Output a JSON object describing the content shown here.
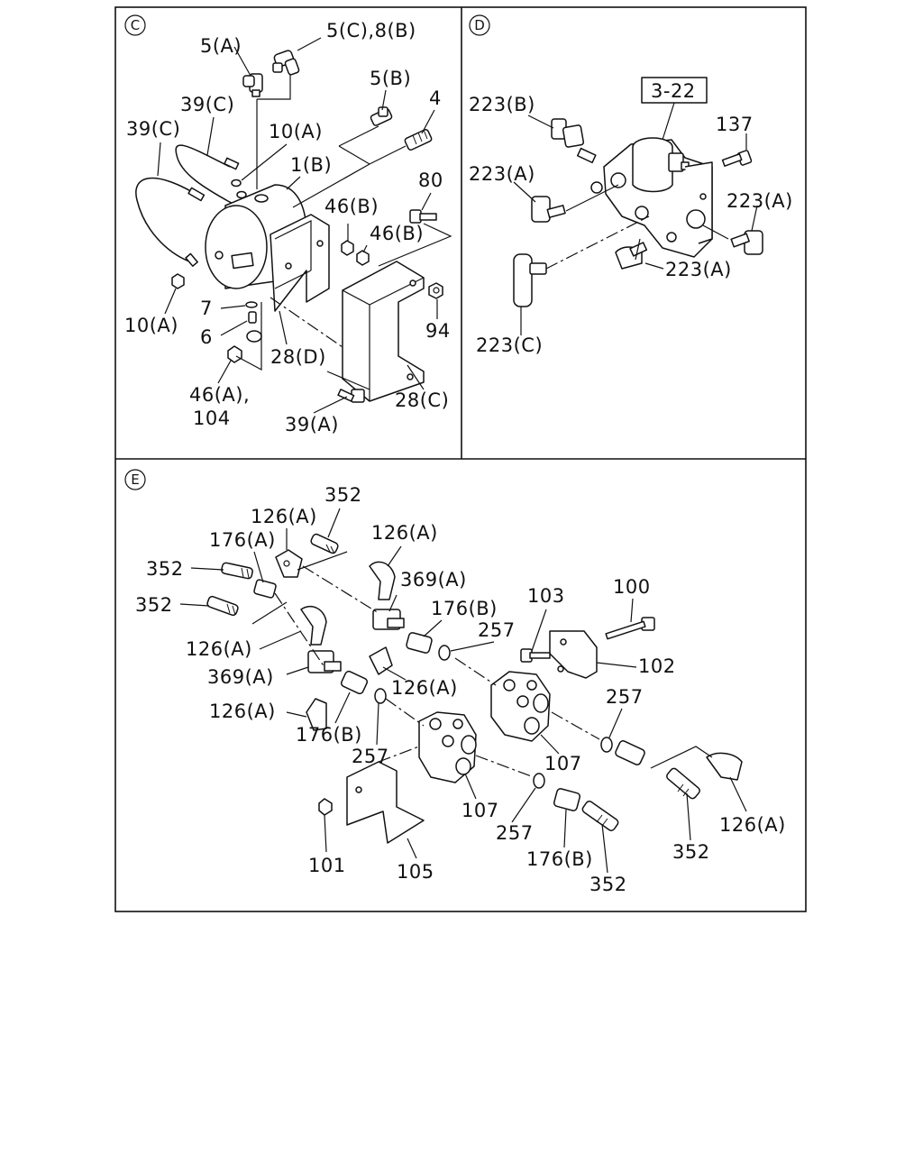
{
  "panels": [
    {
      "id": "C",
      "labels": [
        "5(A)",
        "5(C),8(B)",
        "5(B)",
        "4",
        "39(C)",
        "39(C)",
        "10(A)",
        "1(B)",
        "46(B)",
        "46(B)",
        "80",
        "10(A)",
        "7",
        "6",
        "94",
        "28(D)",
        "46(A),",
        "104",
        "28(C)",
        "39(A)"
      ]
    },
    {
      "id": "D",
      "labels": [
        "223(B)",
        "3-22",
        "137",
        "223(A)",
        "223(A)",
        "223(A)",
        "223(C)"
      ]
    },
    {
      "id": "E",
      "labels": [
        "352",
        "126(A)",
        "176(A)",
        "126(A)",
        "352",
        "369(A)",
        "352",
        "176(B)",
        "103",
        "100",
        "257",
        "126(A)",
        "369(A)",
        "126(A)",
        "102",
        "126(A)",
        "257",
        "176(B)",
        "257",
        "107",
        "107",
        "126(A)",
        "101",
        "257",
        "105",
        "176(B)",
        "352",
        "352"
      ]
    }
  ]
}
